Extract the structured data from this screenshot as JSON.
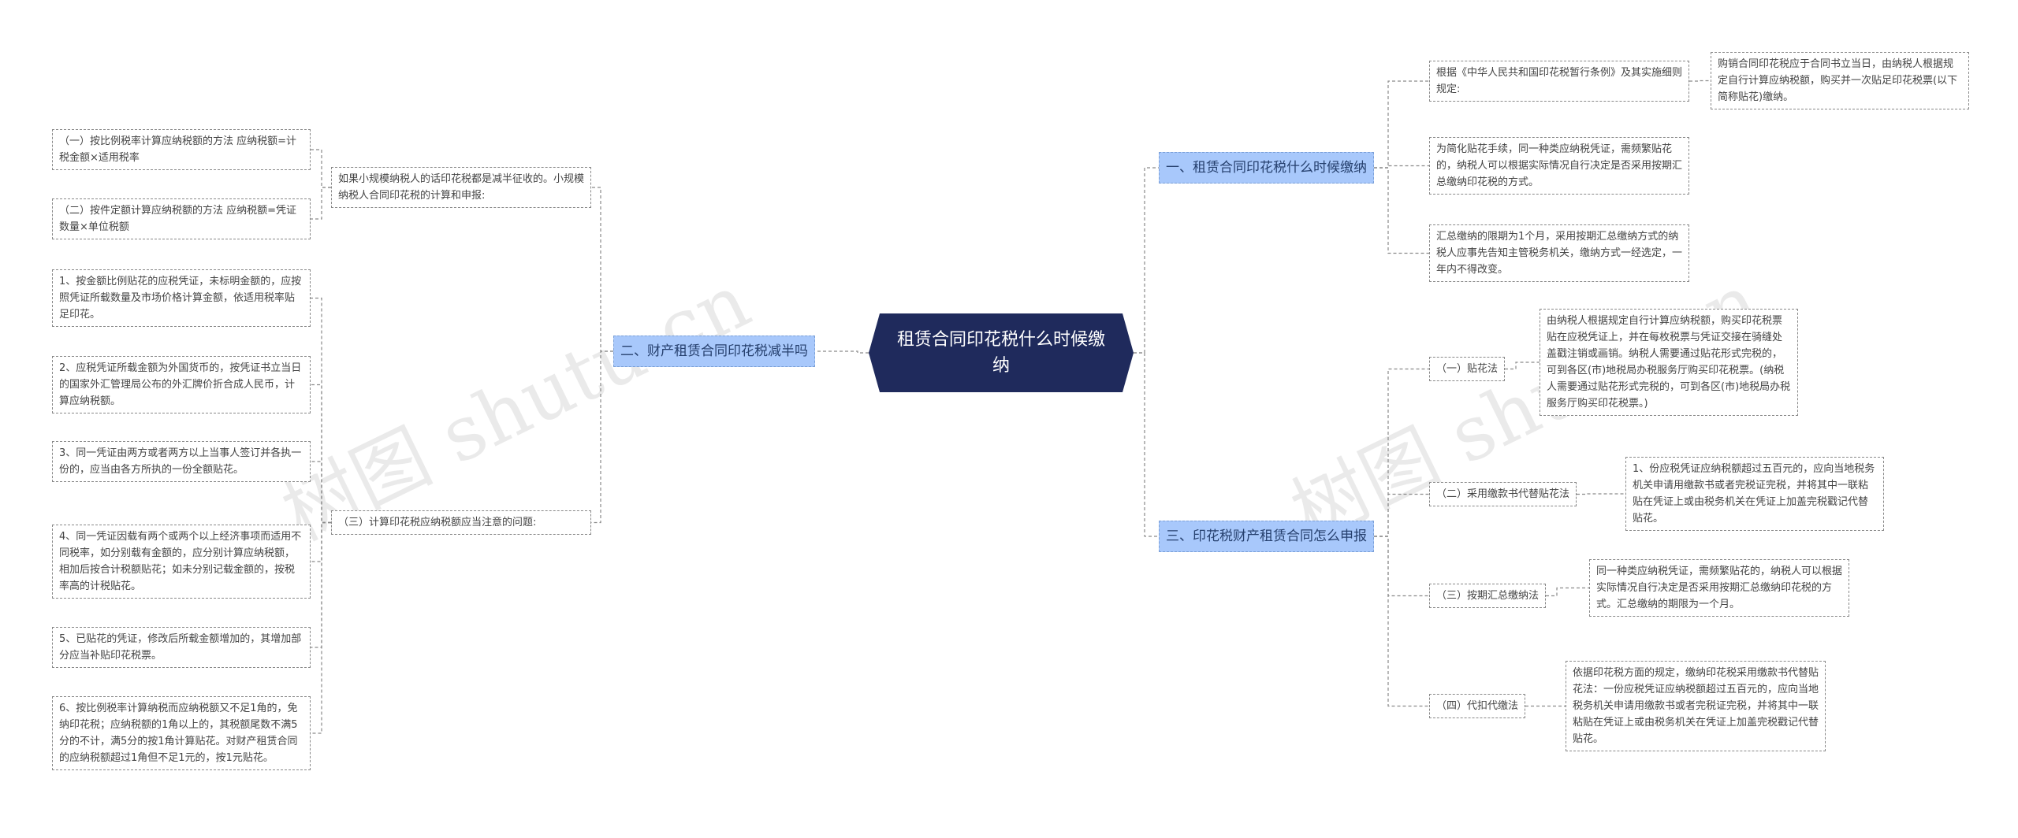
{
  "colors": {
    "root_bg": "#1f2a5c",
    "branch_bg": "#a8c8fb",
    "branch_text": "#26406e",
    "connector": "#8a8a8a"
  },
  "watermark": "树图 shutu.cn",
  "root": {
    "title": "租赁合同印花税什么时候缴纳"
  },
  "right_branches": [
    {
      "label": "一、租赁合同印花税什么时候缴纳",
      "items": [
        {
          "text": "根据《中华人民共和国印花税暂行条例》及其实施细则规定:",
          "children": [
            "购销合同印花税应于合同书立当日，由纳税人根据规定自行计算应纳税额，购买并一次贴足印花税票(以下简称贴花)缴纳。"
          ]
        },
        {
          "text": "为简化贴花手续，同一种类应纳税凭证，需频繁贴花的，纳税人可以根据实际情况自行决定是否采用按期汇总缴纳印花税的方式。",
          "children": []
        },
        {
          "text": "汇总缴纳的限期为1个月，采用按期汇总缴纳方式的纳税人应事先告知主管税务机关，缴纳方式一经选定，一年内不得改变。",
          "children": []
        }
      ]
    },
    {
      "label": "三、印花税财产租赁合同怎么申报",
      "items": [
        {
          "text": "（一）贴花法",
          "children": [
            "由纳税人根据规定自行计算应纳税额，购买印花税票贴在应税凭证上，并在每枚税票与凭证交接在骑缝处盖戳注销或画销。纳税人需要通过贴花形式完税的，可到各区(市)地税局办税服务厅购买印花税票。(纳税人需要通过贴花形式完税的，可到各区(市)地税局办税服务厅购买印花税票。)"
          ]
        },
        {
          "text": "（二）采用缴款书代替贴花法",
          "children": [
            "1、份应税凭证应纳税额超过五百元的，应向当地税务机关申请用缴款书或者完税证完税，并将其中一联粘贴在凭证上或由税务机关在凭证上加盖完税戳记代替贴花。"
          ]
        },
        {
          "text": "（三）按期汇总缴纳法",
          "children": [
            "同一种类应纳税凭证，需频繁贴花的，纳税人可以根据实际情况自行决定是否采用按期汇总缴纳印花税的方式。汇总缴纳的期限为一个月。"
          ]
        },
        {
          "text": "（四）代扣代缴法",
          "children": [
            "依据印花税方面的规定，缴纳印花税采用缴款书代替贴花法：一份应税凭证应纳税额超过五百元的，应向当地税务机关申请用缴款书或者完税证完税，并将其中一联粘贴在凭证上或由税务机关在凭证上加盖完税戳记代替贴花。"
          ]
        }
      ]
    }
  ],
  "left_branches": [
    {
      "label": "二、财产租赁合同印花税减半吗",
      "items": [
        {
          "text": "如果小规模纳税人的话印花税都是减半征收的。小规模纳税人合同印花税的计算和申报:",
          "children": [
            "（一）按比例税率计算应纳税额的方法 应纳税额=计税金额×适用税率",
            "（二）按件定额计算应纳税额的方法 应纳税额=凭证数量×单位税额"
          ]
        },
        {
          "text": "（三）计算印花税应纳税额应当注意的问题:",
          "children": [
            "1、按金额比例贴花的应税凭证，未标明金额的，应按照凭证所载数量及市场价格计算金额，依适用税率贴足印花。",
            "2、应税凭证所载金额为外国货币的，按凭证书立当日的国家外汇管理局公布的外汇牌价折合成人民币，计算应纳税额。",
            "3、同一凭证由两方或者两方以上当事人签订并各执一份的，应当由各方所执的一份全额贴花。",
            "4、同一凭证因载有两个或两个以上经济事项而适用不同税率，如分别载有金额的，应分别计算应纳税额，相加后按合计税额贴花；如未分别记载金额的，按税率高的计税贴花。",
            "5、已贴花的凭证，修改后所载金额增加的，其增加部分应当补贴印花税票。",
            "6、按比例税率计算纳税而应纳税额又不足1角的，免纳印花税；应纳税额的1角以上的，其税额尾数不满5分的不计，满5分的按1角计算贴花。对财产租赁合同的应纳税额超过1角但不足1元的，按1元贴花。"
          ]
        }
      ]
    }
  ]
}
